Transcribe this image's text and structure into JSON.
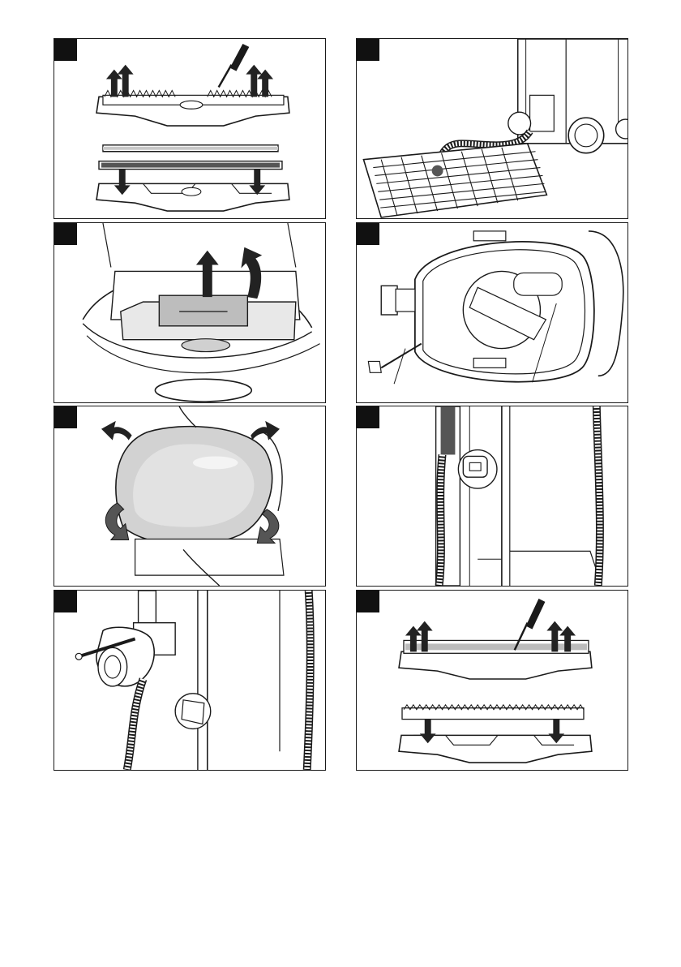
{
  "figures": [
    {
      "id": "fig1",
      "subject": "floor-nozzle-brush-strip-removal"
    },
    {
      "id": "fig2",
      "subject": "vacuum-with-hose-on-grating"
    },
    {
      "id": "fig3",
      "subject": "filter-cassette-removal"
    },
    {
      "id": "fig4",
      "subject": "motor-head-underside-top-view"
    },
    {
      "id": "fig5",
      "subject": "filter-bag-removal"
    },
    {
      "id": "fig6",
      "subject": "container-drain-plug"
    },
    {
      "id": "fig7",
      "subject": "drain-valve-attached"
    },
    {
      "id": "fig8",
      "subject": "floor-nozzle-strip-replacement"
    }
  ],
  "colors": {
    "line": "#1a1a1a",
    "tag": "#111111",
    "fill_grey": "#c8c8c8",
    "arrow": "#222222"
  }
}
